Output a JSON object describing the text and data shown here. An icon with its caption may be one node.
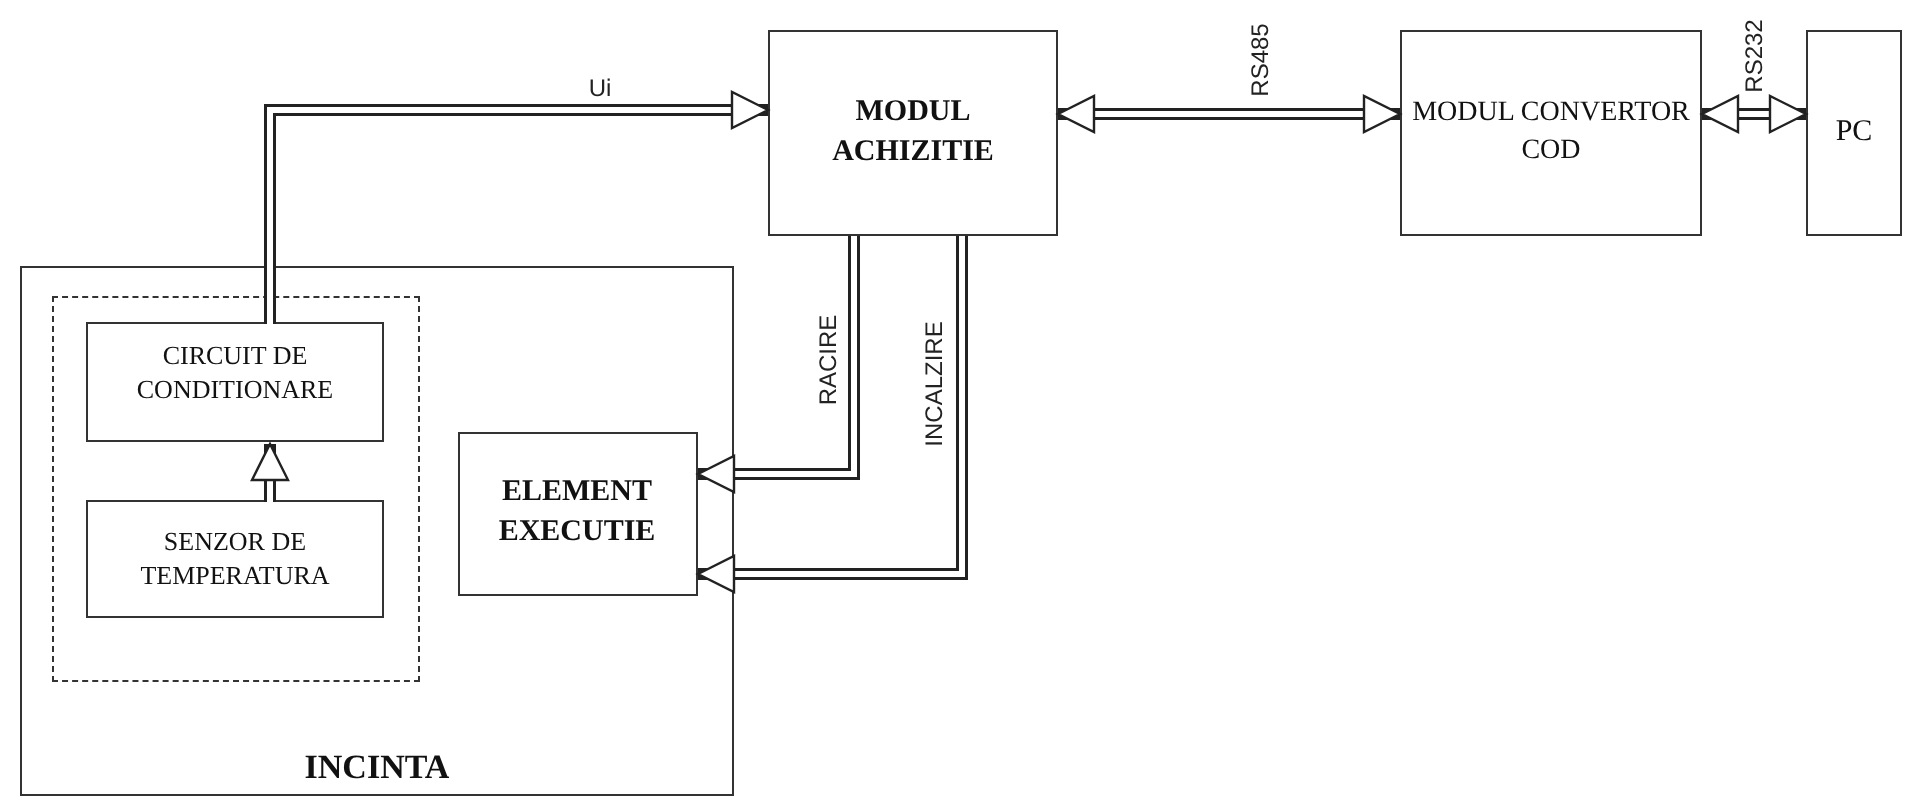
{
  "diagram": {
    "nodes": [
      {
        "text": [
          "INCINTA"
        ]
      },
      {
        "text": [],
        "shape": "box",
        "in": 0
      },
      {
        "text": [
          "CIRCUIT DE CONDITIONARE"
        ],
        "in": 1
      },
      {
        "text": [
          "SENZOR DE TEMPERATURA"
        ],
        "in": 1
      },
      {
        "text": [
          "ELEMENT EXECUTIE"
        ],
        "in": 0
      },
      {
        "text": [
          "MODUL ACHIZITIE"
        ]
      },
      {
        "text": [
          "MODUL CONVERTOR COD"
        ]
      },
      {
        "text": [
          "PC"
        ]
      }
    ],
    "edges": [
      {
        "from": 3,
        "to": 2,
        "arrow": "to"
      },
      {
        "from": 2,
        "to": 5,
        "arrow": "to",
        "label": "Ui"
      },
      {
        "from": 5,
        "to": 6,
        "arrow": "both",
        "label": "RS485"
      },
      {
        "from": 6,
        "to": 7,
        "arrow": "both",
        "label": "RS232"
      },
      {
        "from": 5,
        "to": 4,
        "arrow": "to",
        "label": "RACIRE"
      },
      {
        "from": 5,
        "to": 4,
        "arrow": "to",
        "label": "INCALZIRE"
      }
    ]
  }
}
